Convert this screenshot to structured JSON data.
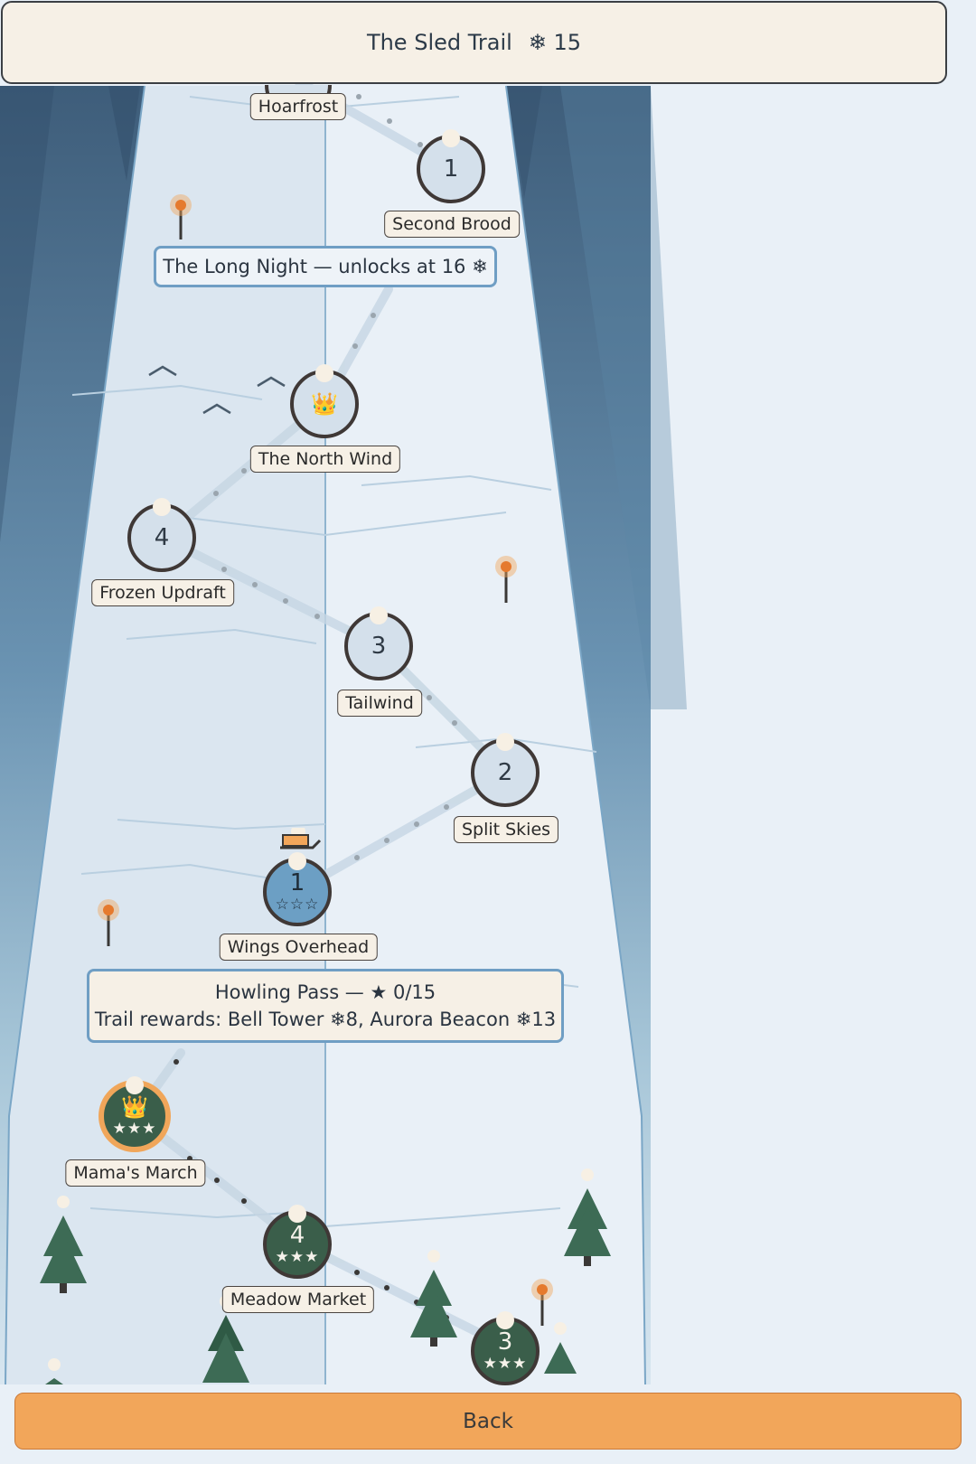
{
  "header": {
    "title": "The Sled Trail",
    "snowflakes": "❄ 15"
  },
  "levels": [
    {
      "number": "1",
      "name": "Second Brood",
      "state": "locked",
      "stars": ""
    },
    {
      "number": "👑",
      "name": "The North Wind",
      "state": "locked",
      "stars": ""
    },
    {
      "number": "4",
      "name": "Frozen Updraft",
      "state": "locked",
      "stars": ""
    },
    {
      "number": "3",
      "name": "Tailwind",
      "state": "locked",
      "stars": ""
    },
    {
      "number": "2",
      "name": "Split Skies",
      "state": "locked",
      "stars": ""
    },
    {
      "number": "1",
      "name": "Wings Overhead",
      "state": "current",
      "stars": "☆☆☆"
    },
    {
      "number": "👑",
      "name": "Mama's March",
      "state": "done",
      "stars": "★★★"
    },
    {
      "number": "4",
      "name": "Meadow Market",
      "state": "done",
      "stars": "★★★"
    },
    {
      "number": "3",
      "name": "",
      "state": "done",
      "stars": "★★★"
    }
  ],
  "top_label": "Hoarfrost",
  "locked_section": {
    "text": "The Long Night — unlocks at 16 ❄"
  },
  "section": {
    "title": "Howling Pass — ★ 0/15",
    "rewards": "Trail rewards: Bell Tower ❄8, Aurora Beacon ❄13"
  },
  "back_button": {
    "label": "Back"
  },
  "colors": {
    "accent": "#f2a65a",
    "done_node": "#3a5e4a",
    "current_node": "#6c9fc4",
    "locked_node": "#d4e0eb",
    "frame": "#6f9ec4"
  }
}
